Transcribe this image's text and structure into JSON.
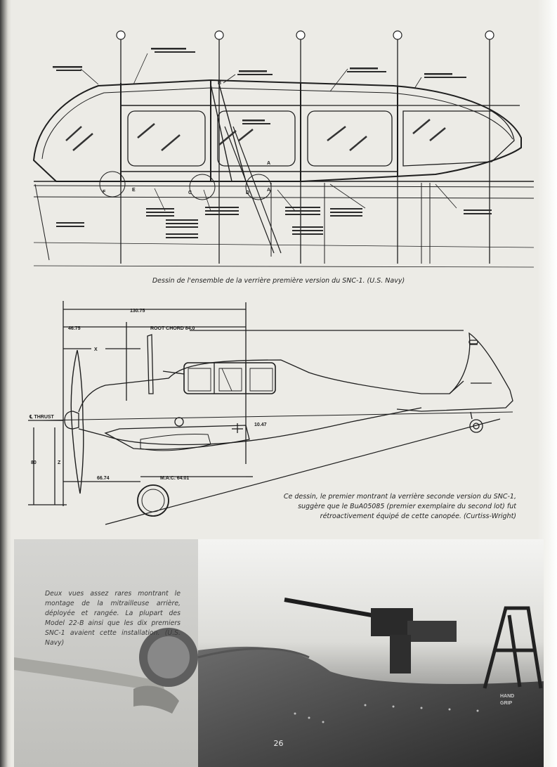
{
  "page": {
    "number": "26"
  },
  "captions": {
    "canopy_drawing": "Dessin de l'ensemble de la verrière première version du SNC-1. (U.S. Navy)",
    "profile_drawing": [
      "Ce dessin, le premier montrant la verrière seconde version du SNC-1,",
      "suggère que le BuA05085 (premier exemplaire du second lot) fut",
      "rétroactivement équipé de cette canopée. (Curtiss-Wright)"
    ],
    "photo": "Deux vues assez rares montrant le montage de la mitrailleuse arrière, déployée et rangée. La plupart des Model 22-B ainsi que les dix premiers SNC-1 avaient cette installation. (U.S. Navy)"
  },
  "canopy_drawing": {
    "detail_letters": [
      "F",
      "E",
      "C",
      "D",
      "A",
      "A",
      "B"
    ]
  },
  "profile_drawing": {
    "dimensions": {
      "overall": "130.75",
      "left": "46.75",
      "root_chord": "ROOT CHORD 84.0",
      "x": "X",
      "thrust": "℄ THRUST",
      "z": "Z",
      "height": "80",
      "mac": "M.A.C. 64.01",
      "offset": "66.74",
      "thrust_offset": "10.47"
    }
  },
  "photo": {
    "stencil": [
      "HAND",
      "GRIP"
    ]
  },
  "colors": {
    "paper": "#ecebe6",
    "ink": "#1d1d1d",
    "photo_dark": "#2b2b2b"
  }
}
